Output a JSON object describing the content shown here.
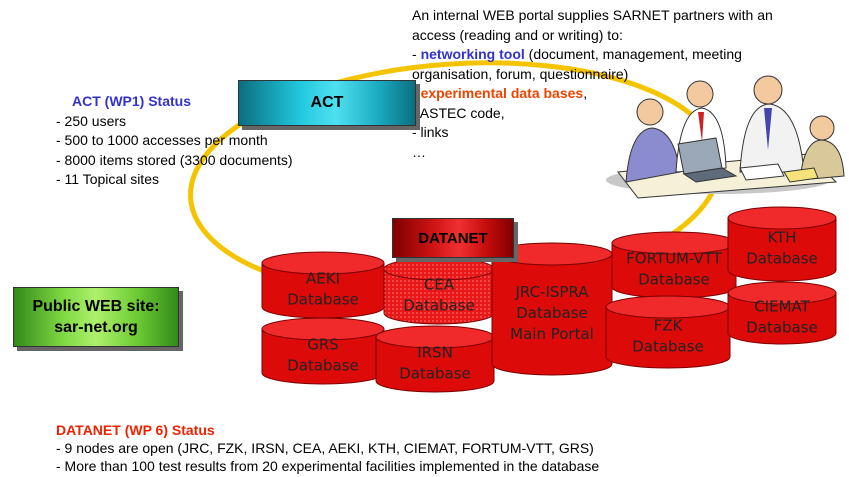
{
  "portal": {
    "line1": "An internal WEB portal supplies SARNET partners with an",
    "line2": "access (reading and or writing) to:",
    "item1_dash": "- ",
    "item1_hl": "networking tool",
    "item1_rest": " (document, management, meeting",
    "item1_cont": "organisation, forum, questionnaire)",
    "item2_dash": "- ",
    "item2_hl": "experimental data bases",
    "item2_rest": ",",
    "item3": "- ASTEC code,",
    "item4": "- links",
    "item5": "…"
  },
  "act_status": {
    "title": "ACT (WP1) Status",
    "lines": [
      "- 250 users",
      "- 500 to 1000 accesses per month",
      "- 8000 items stored (3300 documents)",
      "- 11 Topical sites"
    ]
  },
  "boxes": {
    "act": "ACT",
    "datanet": "DATANET",
    "public_line1": "Public WEB site:",
    "public_line2": "sar-net.org"
  },
  "databases": [
    {
      "id": "aeki",
      "lines": [
        "AEKI",
        "Database"
      ]
    },
    {
      "id": "cea",
      "lines": [
        "CEA",
        "Database"
      ]
    },
    {
      "id": "grs",
      "lines": [
        "GRS",
        "Database"
      ]
    },
    {
      "id": "irsn",
      "lines": [
        "IRSN",
        "Database"
      ]
    },
    {
      "id": "jrc",
      "lines": [
        "JRC-ISPRA",
        "Database",
        "Main Portal"
      ]
    },
    {
      "id": "fortum",
      "lines": [
        "FORTUM-VTT",
        "Database"
      ]
    },
    {
      "id": "fzk",
      "lines": [
        "FZK",
        "Database"
      ]
    },
    {
      "id": "kth",
      "lines": [
        "KTH",
        "Database"
      ]
    },
    {
      "id": "ciemat",
      "lines": [
        "CIEMAT",
        "Database"
      ]
    }
  ],
  "datanet_status": {
    "title": "DATANET (WP 6) Status",
    "lines": [
      "- 9 nodes are open (JRC, FZK, IRSN, CEA, AEKI, KTH, CIEMAT, FORTUM-VTT, GRS)",
      "- More than 100 test results from 20 experimental facilities implemented in the database"
    ]
  },
  "colors": {
    "ring": "#f5c400",
    "cylinder_body": "#dd0a0a",
    "cylinder_top": "#f02a2a",
    "cylinder_edge": "#7a0000"
  },
  "illustration": {
    "icon": "team-meeting-clipart-icon"
  }
}
